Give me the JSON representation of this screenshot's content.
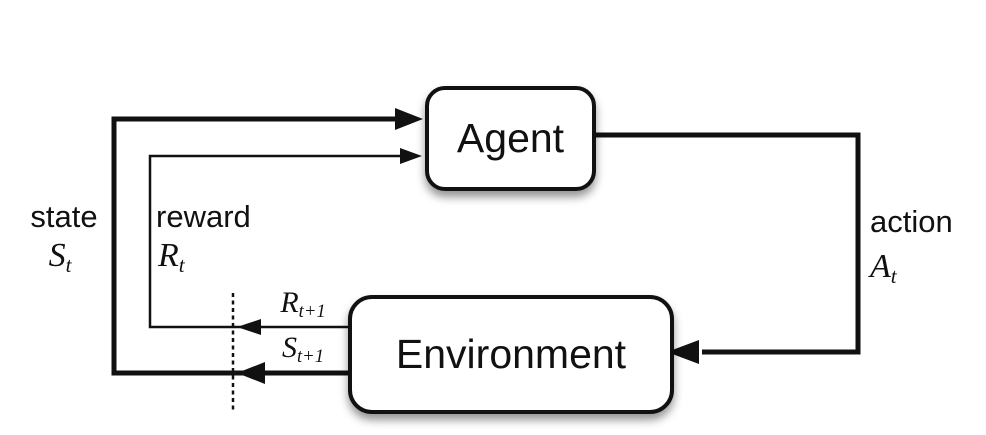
{
  "boxes": {
    "agent": "Agent",
    "environment": "Environment"
  },
  "labels": {
    "state": {
      "word": "state",
      "sym": "S",
      "sub": "t"
    },
    "reward": {
      "word": "reward",
      "sym": "R",
      "sub": "t"
    },
    "action": {
      "word": "action",
      "sym": "A",
      "sub": "t"
    },
    "next_reward": {
      "sym": "R",
      "sub": "t+1"
    },
    "next_state": {
      "sym": "S",
      "sub": "t+1"
    }
  },
  "colors": {
    "line": "#111111",
    "background": "#ffffff",
    "box_fill": "#ffffff",
    "text": "#111111"
  }
}
